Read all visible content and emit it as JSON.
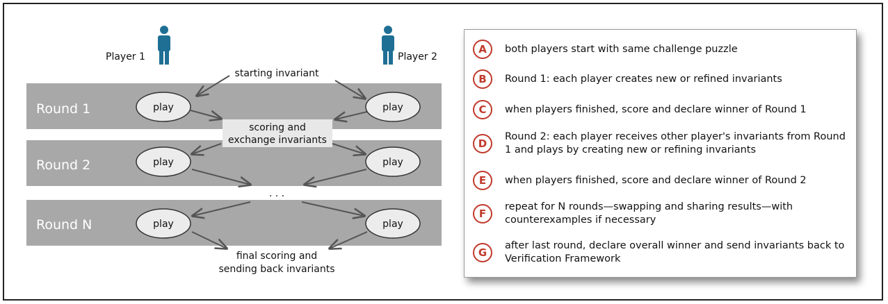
{
  "diagram": {
    "players": [
      {
        "label": "Player 1"
      },
      {
        "label": "Player 2"
      }
    ],
    "flow_labels": {
      "start": "starting invariant",
      "exchange_line1": "scoring and",
      "exchange_line2": "exchange invariants",
      "ellipsis": ". . .",
      "final_line1": "final scoring and",
      "final_line2": "sending back invariants"
    },
    "rounds": [
      {
        "label": "Round 1",
        "left_node": "play",
        "right_node": "play"
      },
      {
        "label": "Round 2",
        "left_node": "play",
        "right_node": "play"
      },
      {
        "label": "Round N",
        "left_node": "play",
        "right_node": "play"
      }
    ]
  },
  "legend": {
    "items": [
      {
        "letter": "A",
        "text": "both players start with same challenge puzzle"
      },
      {
        "letter": "B",
        "text": "Round 1: each player creates new or refined invariants"
      },
      {
        "letter": "C",
        "text": "when players finished, score and declare winner of Round 1"
      },
      {
        "letter": "D",
        "text": "Round 2: each player receives other player's invariants from Round 1 and plays by creating new or refining invariants"
      },
      {
        "letter": "E",
        "text": "when players finished, score and declare winner of Round 2"
      },
      {
        "letter": "F",
        "text": "repeat for N rounds—swapping and sharing results—with counterexamples if necessary"
      },
      {
        "letter": "G",
        "text": "after last round, declare overall winner and send invariants back to Verification Framework"
      }
    ]
  },
  "colors": {
    "band": "#a8a8a8",
    "player_icon": "#1f6f95",
    "node_fill": "#ececec",
    "arrow": "#555555",
    "badge": "#c0392b"
  }
}
